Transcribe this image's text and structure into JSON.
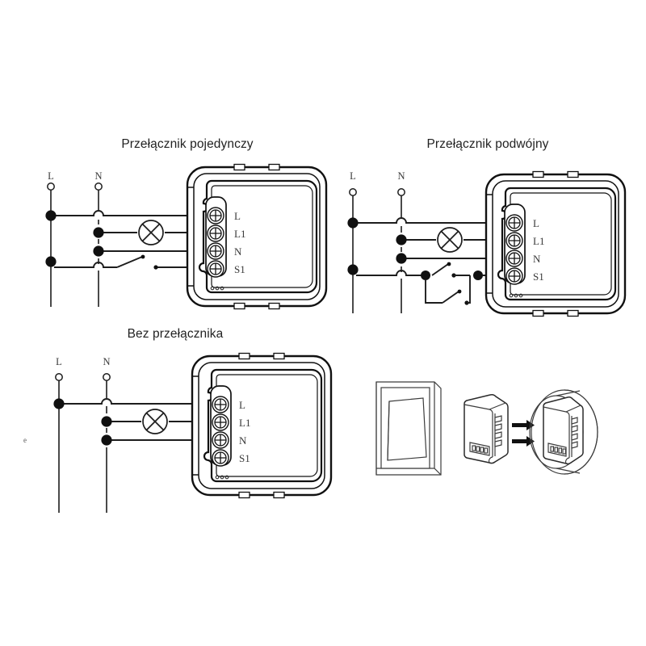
{
  "document": {
    "kind": "wiring-instruction-sheet",
    "language": "pl",
    "background_color": "#ffffff",
    "ink_color": "#1d1d1d"
  },
  "diagrams": [
    {
      "id": "single-switch",
      "title": "Przełącznik pojedynczy",
      "rails": [
        {
          "name": "L",
          "label": "L"
        },
        {
          "name": "N",
          "label": "N"
        }
      ],
      "module_terminals": [
        "L",
        "L1",
        "N",
        "S1"
      ],
      "connections": [
        {
          "from": "L",
          "to": "L",
          "via": ""
        },
        {
          "from": "N",
          "to": "L1",
          "via": "lamp"
        },
        {
          "from": "N",
          "to": "N",
          "via": ""
        },
        {
          "from": "L",
          "to": "S1",
          "via": "switch"
        }
      ],
      "switch_type": "single",
      "lamp_symbol": "crossed-circle"
    },
    {
      "id": "double-switch",
      "title": "Przełącznik podwójny",
      "rails": [
        {
          "name": "L",
          "label": "L"
        },
        {
          "name": "N",
          "label": "N"
        }
      ],
      "module_terminals": [
        "L",
        "L1",
        "N",
        "S1"
      ],
      "connections": [
        {
          "from": "L",
          "to": "L",
          "via": ""
        },
        {
          "from": "N",
          "to": "L1",
          "via": "lamp"
        },
        {
          "from": "N",
          "to": "N",
          "via": ""
        },
        {
          "from": "L",
          "to": "S1",
          "via": "two-way-switch"
        }
      ],
      "switch_type": "double",
      "lamp_symbol": "crossed-circle"
    },
    {
      "id": "no-switch",
      "title": "Bez przełącznika",
      "rails": [
        {
          "name": "L",
          "label": "L"
        },
        {
          "name": "N",
          "label": "N"
        }
      ],
      "module_terminals": [
        "L",
        "L1",
        "N",
        "S1"
      ],
      "connections": [
        {
          "from": "L",
          "to": "L",
          "via": ""
        },
        {
          "from": "N",
          "to": "L1",
          "via": "lamp"
        },
        {
          "from": "N",
          "to": "N",
          "via": ""
        }
      ],
      "switch_type": "none",
      "lamp_symbol": "crossed-circle"
    }
  ],
  "terminal_labels": {
    "t1": "L",
    "t2": "L1",
    "t3": "N",
    "t4": "S1"
  },
  "rail_labels": {
    "live": "L",
    "neutral": "N"
  },
  "product_panel": {
    "items": [
      {
        "name": "wall-switch-plate",
        "label": ""
      },
      {
        "name": "relay-module",
        "label": ""
      },
      {
        "name": "round-wall-box",
        "label": ""
      }
    ],
    "arrow_count": 2,
    "arrow_direction": "right"
  },
  "artifacts": {
    "left_edge_glyph": "e"
  }
}
